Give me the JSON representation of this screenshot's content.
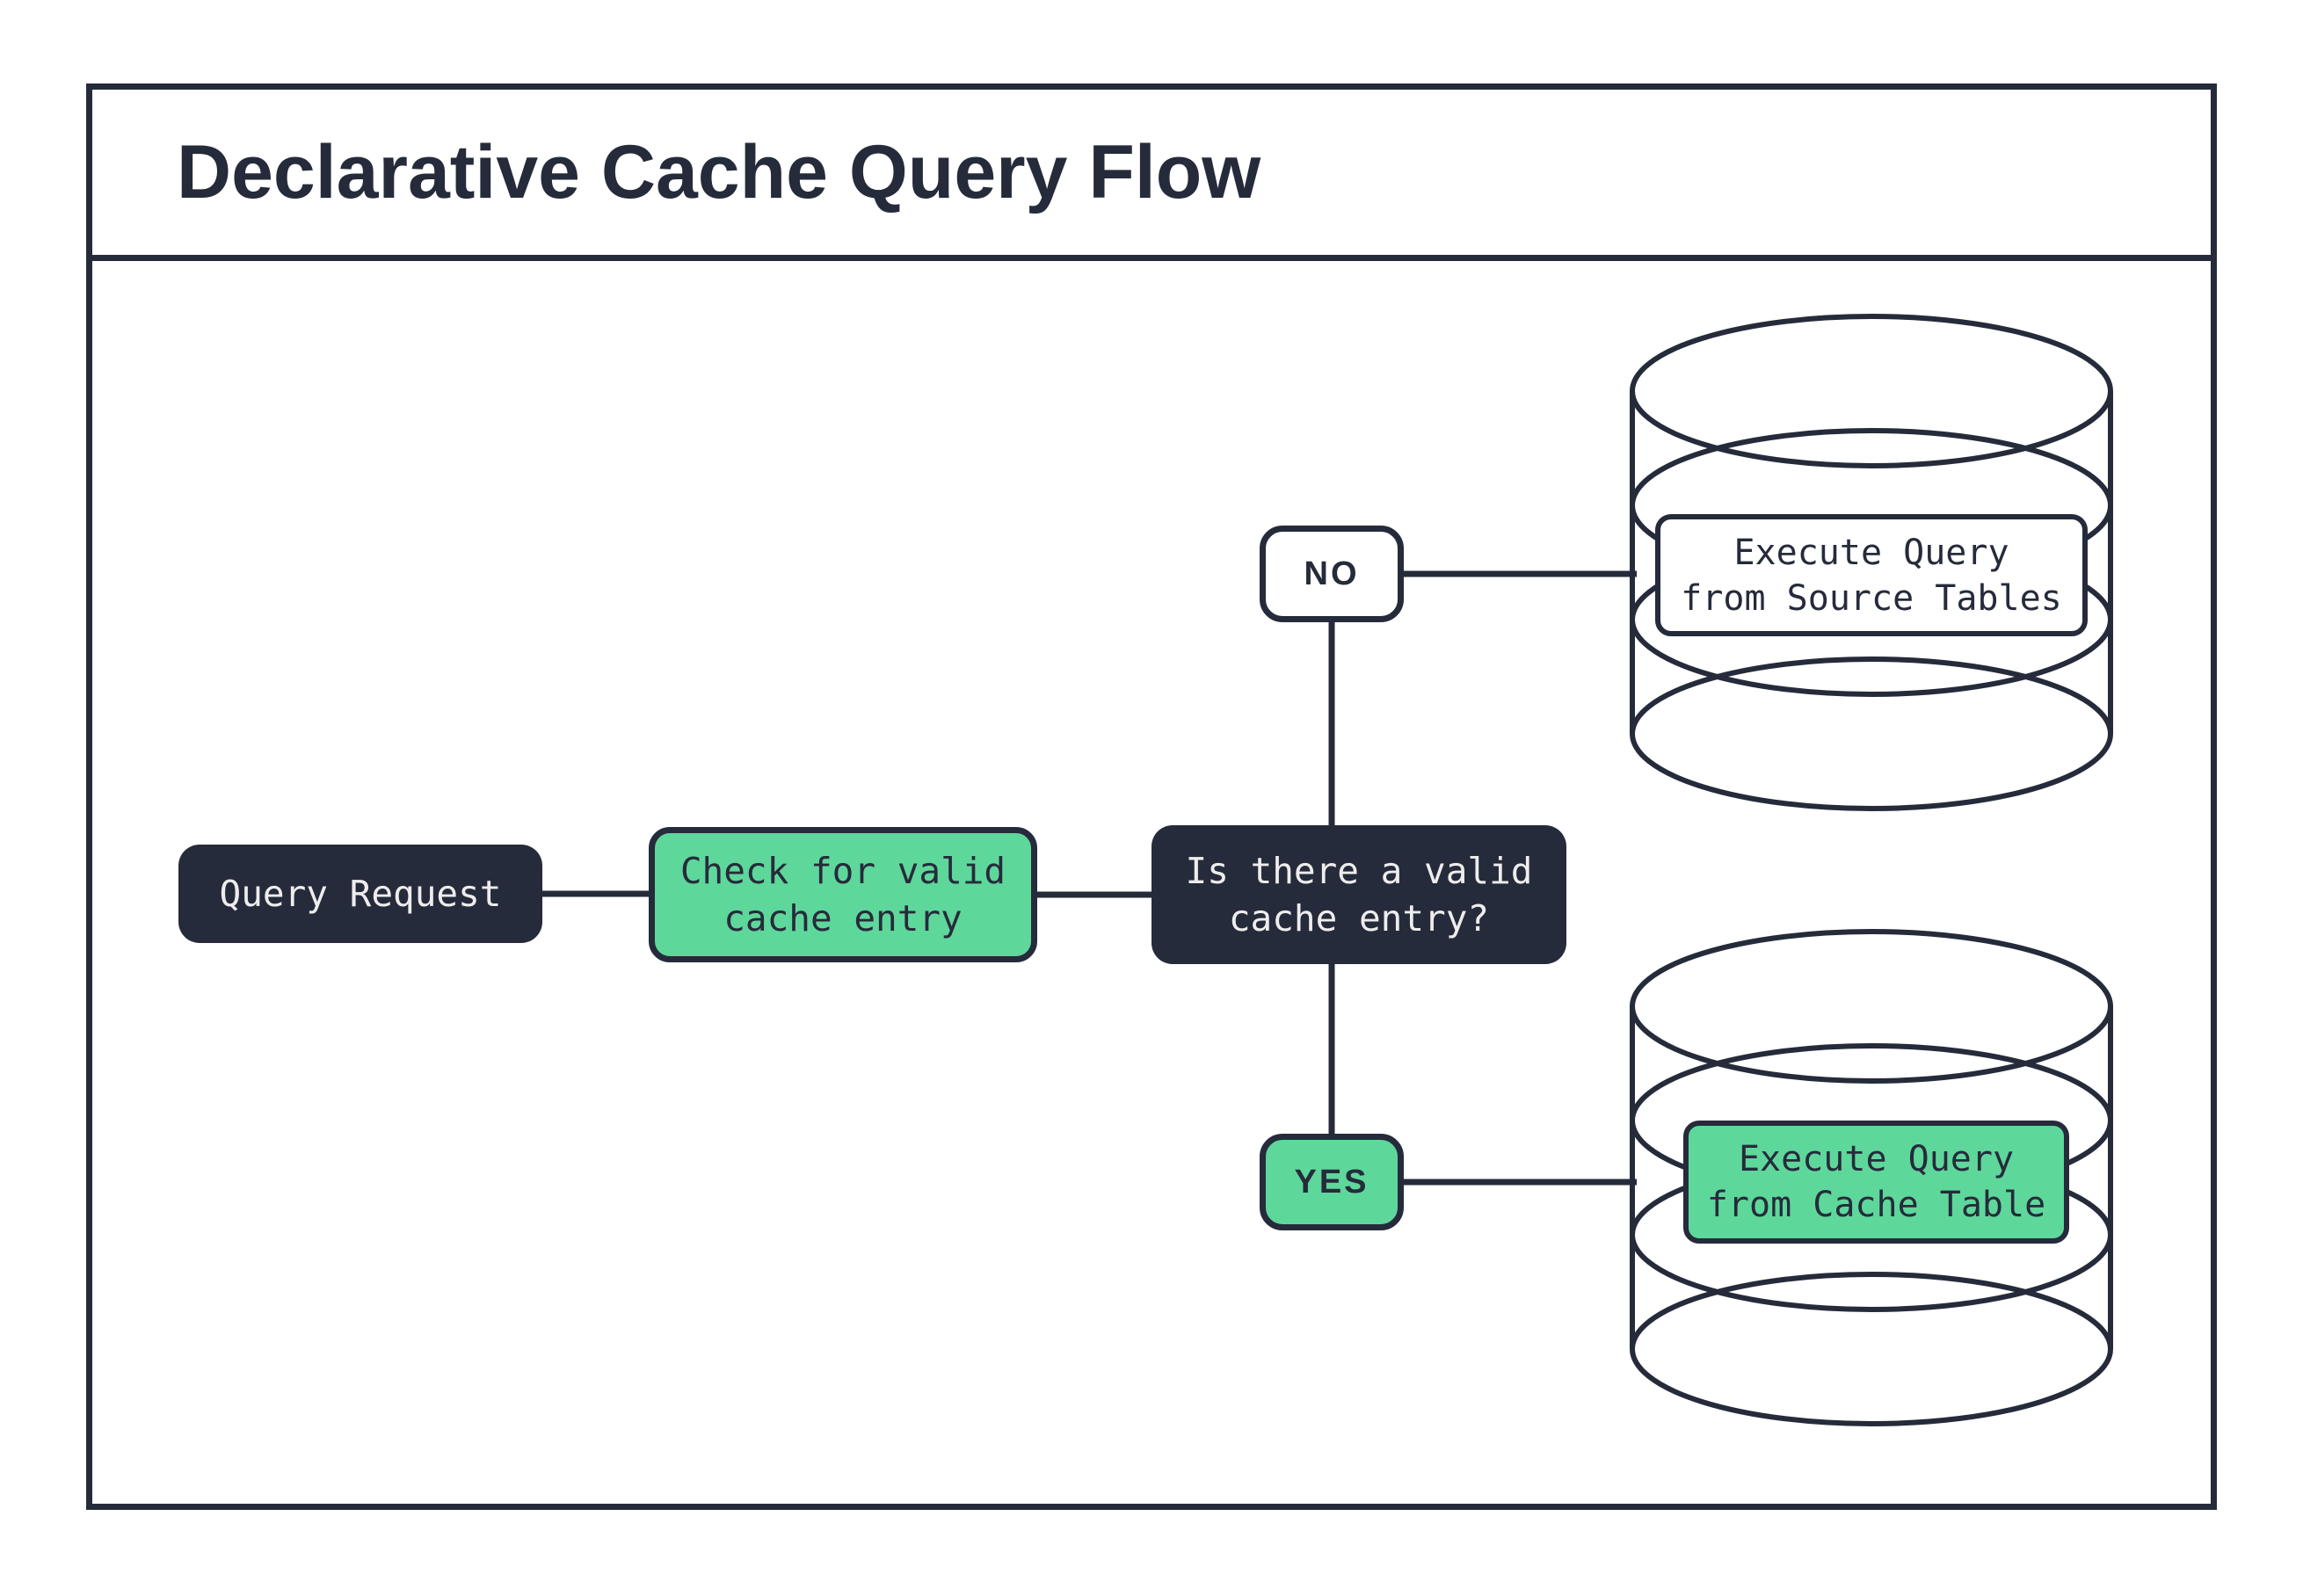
{
  "title": "Declarative Cache Query Flow",
  "colors": {
    "outline_dark": "#262B3B",
    "accent_green": "#5ED79B",
    "node_light_text": "#EDEDED",
    "background": "#FFFFFF"
  },
  "nodes": {
    "query_request": {
      "label": "Query Request"
    },
    "check_cache": {
      "label": "Check for valid\ncache entry"
    },
    "decision": {
      "label": "Is there a valid\ncache entry?"
    },
    "no_branch": {
      "label": "NO"
    },
    "yes_branch": {
      "label": "YES"
    },
    "source_db": {
      "label": "Execute Query\nfrom Source Tables"
    },
    "cache_db": {
      "label": "Execute Query\nfrom Cache Table"
    }
  }
}
